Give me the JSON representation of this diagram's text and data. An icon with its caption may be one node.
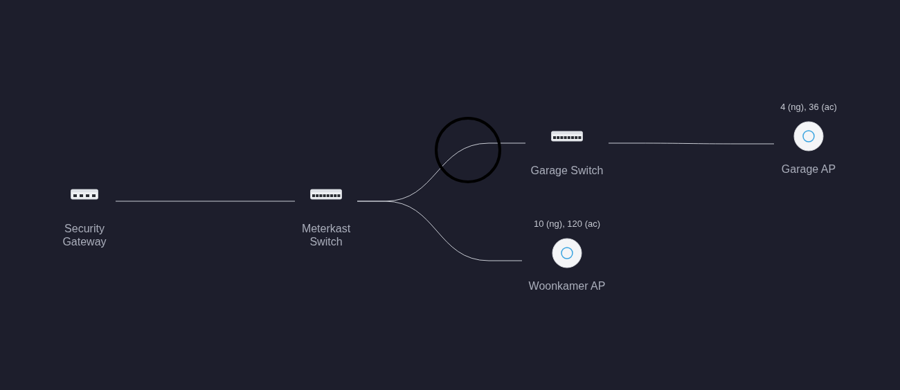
{
  "diagram": {
    "nodes": [
      {
        "text": [
          "Security Gateway"
        ]
      },
      {
        "text": [
          "Meterkast Switch"
        ]
      },
      {
        "text": [
          "Garage Switch"
        ]
      },
      {
        "text": [
          "Woonkamer AP"
        ],
        "beside": [
          "10 (ng), 120 (ac)"
        ]
      },
      {
        "text": [
          "Garage AP"
        ],
        "beside": [
          "4 (ng), 36 (ac)"
        ]
      }
    ],
    "edges": [
      {
        "from": 0,
        "to": 1,
        "arrow": "none"
      },
      {
        "from": 1,
        "to": 2,
        "arrow": "none"
      },
      {
        "from": 1,
        "to": 3,
        "arrow": "none"
      },
      {
        "from": 2,
        "to": 4,
        "arrow": "none"
      }
    ]
  }
}
